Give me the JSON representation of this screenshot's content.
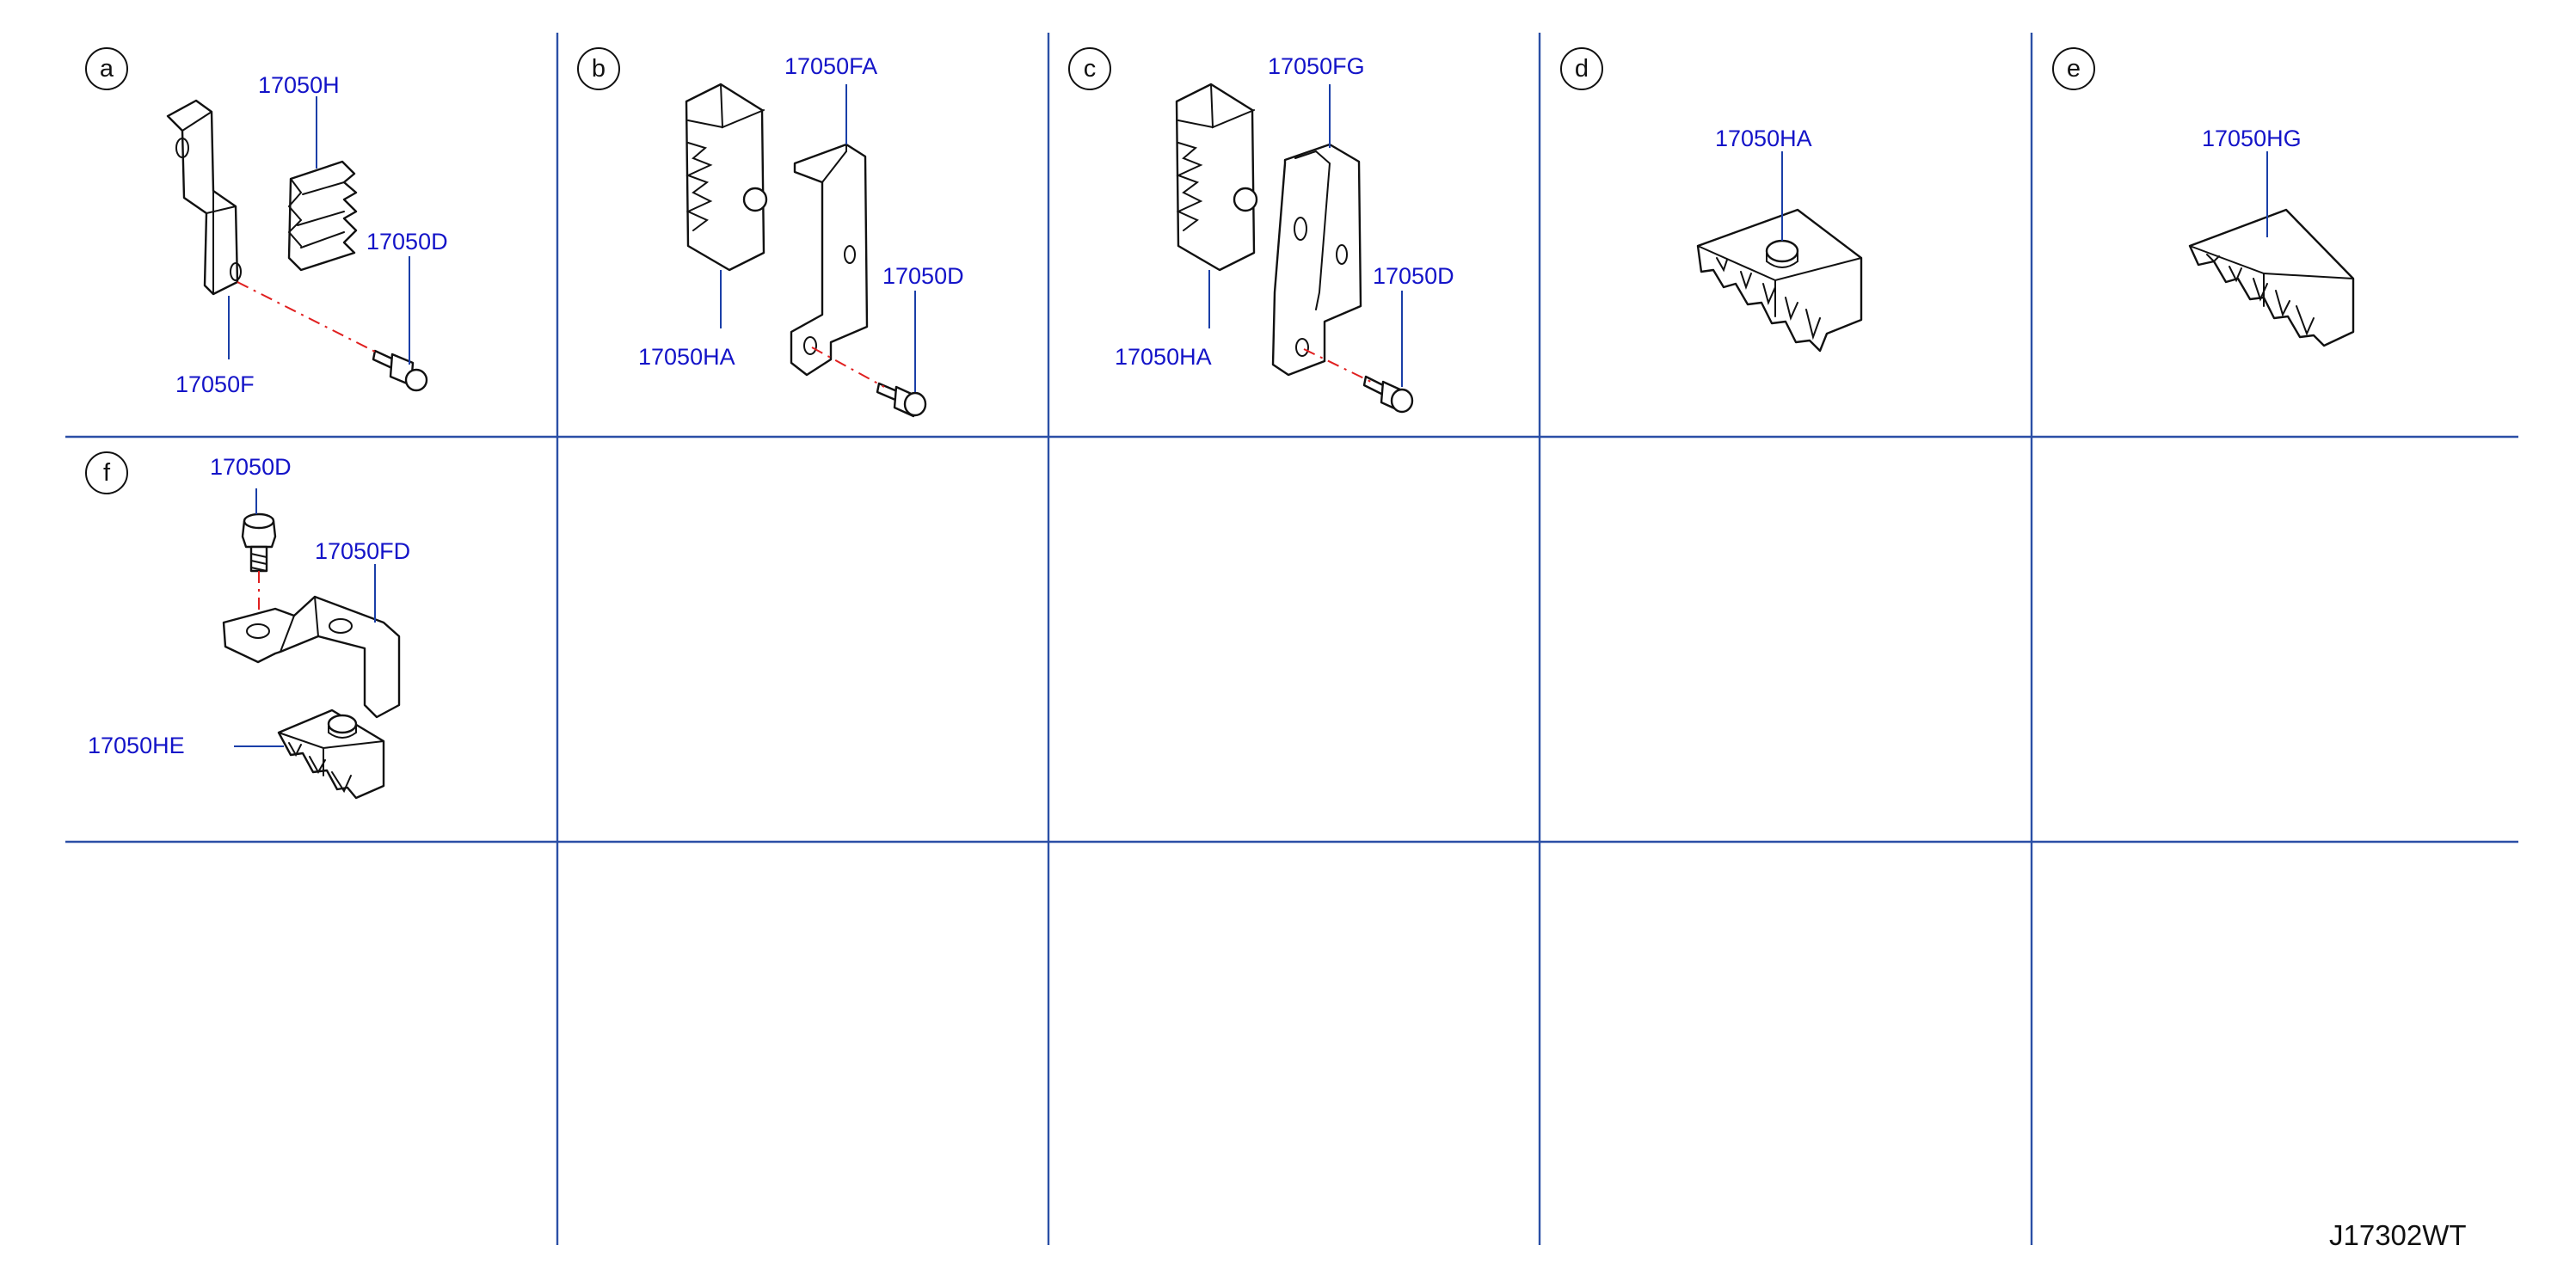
{
  "sections": [
    {
      "id": "a",
      "parts": [
        "17050H",
        "17050D",
        "17050F"
      ]
    },
    {
      "id": "b",
      "parts": [
        "17050FA",
        "17050D",
        "17050HA"
      ]
    },
    {
      "id": "c",
      "parts": [
        "17050FG",
        "17050D",
        "17050HA"
      ]
    },
    {
      "id": "d",
      "parts": [
        "17050HA"
      ]
    },
    {
      "id": "e",
      "parts": [
        "17050HG"
      ]
    },
    {
      "id": "f",
      "parts": [
        "17050D",
        "17050FD",
        "17050HE"
      ]
    }
  ],
  "drawing_code": "J17302WT",
  "colors": {
    "grid": "#2b4fa6",
    "label": "#1414c8",
    "guide": "#e02020"
  }
}
